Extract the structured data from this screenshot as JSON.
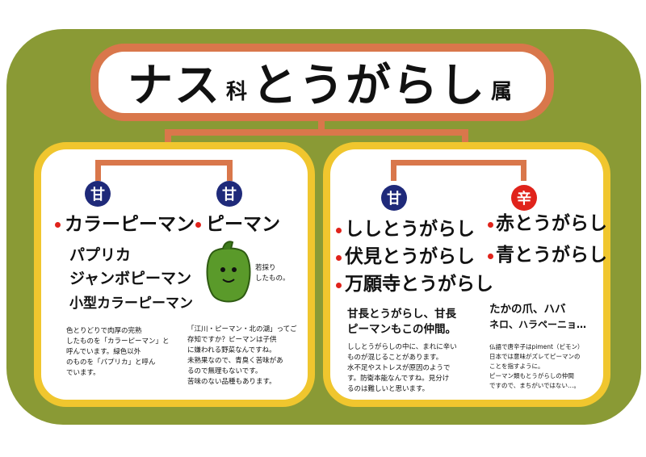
{
  "title": {
    "family_main": "ナス",
    "family_suffix": "科",
    "genus_main": "とうがらし",
    "genus_suffix": "属"
  },
  "colors": {
    "background": "#8a9a35",
    "frame": "#d9774b",
    "panel_border": "#f0c62e",
    "sweet_badge": "#1f2a7a",
    "hot_badge": "#e0231b"
  },
  "badges": {
    "sweet": "甘",
    "hot": "辛"
  },
  "left": {
    "col1": {
      "name": "カラーピーマン",
      "aliases": [
        "パプリカ",
        "ジャンボピーマン",
        "小型カラーピーマン"
      ],
      "desc": [
        "色とりどりで肉厚の完熟",
        "したものを「カラーピーマン」と",
        "呼んでいます。緑色以外",
        "のものを「パプリカ」と呼ん",
        "でいます。"
      ]
    },
    "col2": {
      "name": "ピーマン",
      "illustration_note": [
        "若採り",
        "したもの。"
      ],
      "desc": [
        "「江川・ピーマン・北の湖」ってご",
        "存知ですか？ピーマンは子供",
        "に嫌われる野菜なんですね。",
        "未熟果なので、青臭く苦味があ",
        "るので無理もないです。",
        "苦味のない品種もあります。"
      ]
    }
  },
  "right": {
    "sweet": {
      "names": [
        "ししとうがらし",
        "伏見とうがらし",
        "万願寺とうがらし"
      ],
      "highlight": [
        "甘長とうがらし、甘長",
        "ピーマンもこの仲間。"
      ],
      "desc": [
        "ししとうがらしの中に、まれに辛い",
        "ものが混じることがあります。",
        "水不足やストレスが原因のようで",
        "す。防衛本能なんですね。見分け",
        "るのは難しいと思います。"
      ]
    },
    "hot": {
      "names": [
        "赤とうがらし",
        "青とうがらし"
      ],
      "highlight": [
        "たかの爪、ハバ",
        "ネロ、ハラペーニョ…"
      ],
      "desc": [
        "仏語で唐辛子はpiment（ピモン）",
        "日本では意味がズレてピーマンの",
        "ことを指すように。",
        "ピーマン類もとうがらしの仲間",
        "ですので、まちがいではない…。"
      ]
    }
  }
}
